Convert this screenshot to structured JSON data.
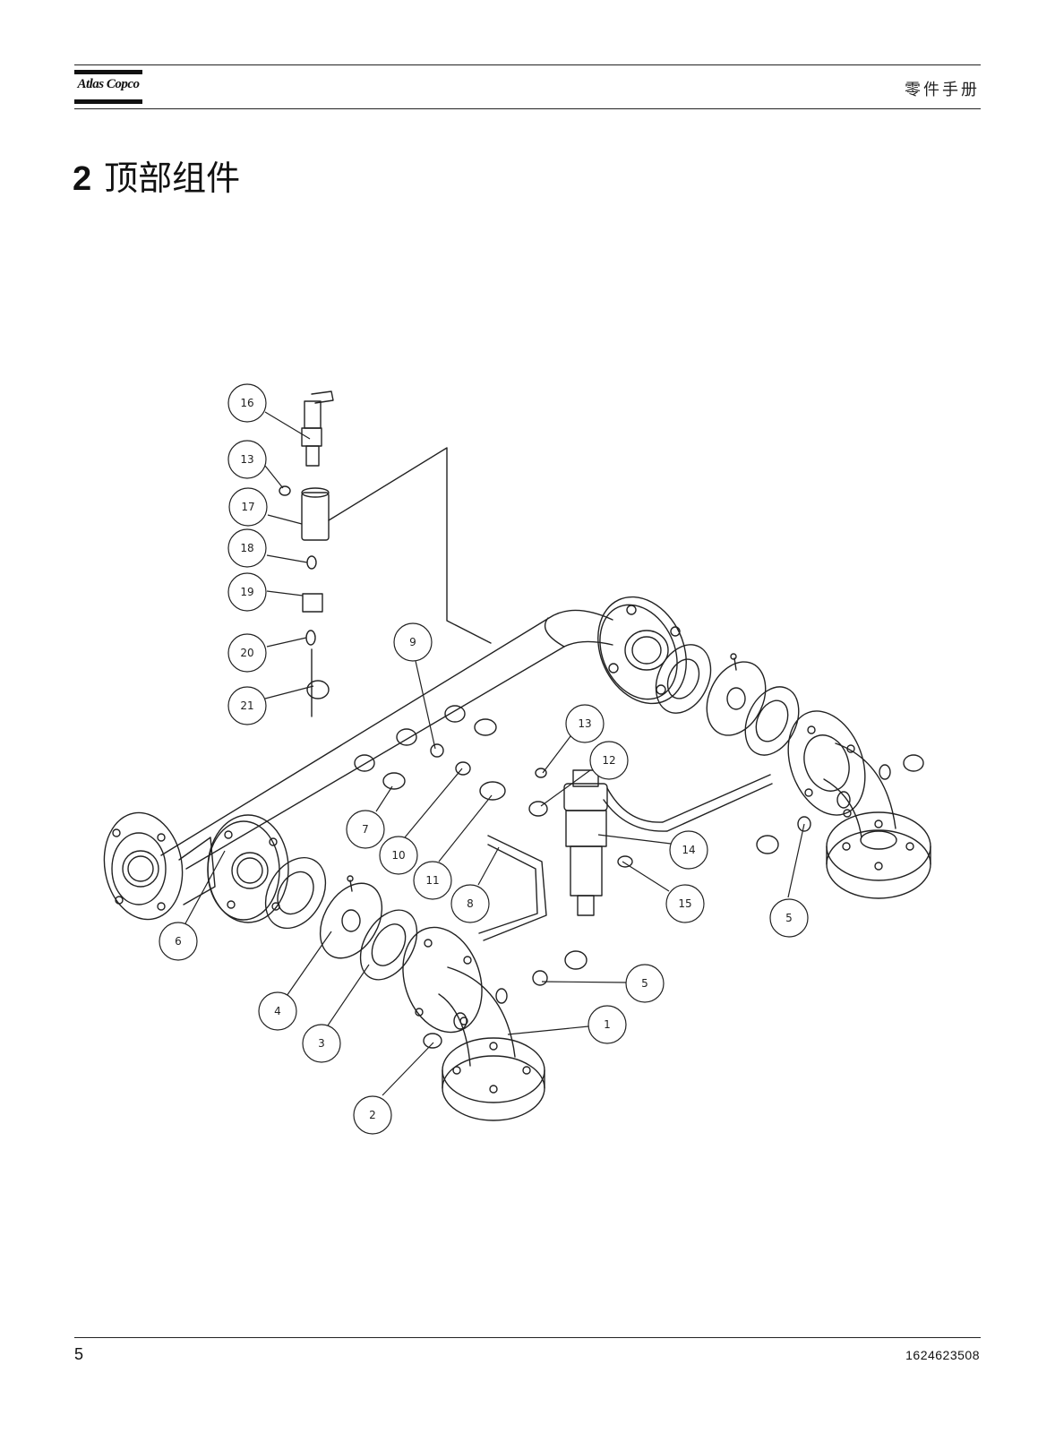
{
  "header": {
    "logo_text": "Atlas Copco",
    "manual_title": "零件手册"
  },
  "section": {
    "number": "2",
    "title": "顶部组件"
  },
  "diagram": {
    "callouts": [
      "16",
      "13",
      "17",
      "18",
      "19",
      "20",
      "21",
      "9",
      "13",
      "12",
      "7",
      "10",
      "11",
      "8",
      "14",
      "15",
      "5",
      "6",
      "4",
      "3",
      "1",
      "5",
      "2"
    ]
  },
  "footer": {
    "page_number": "5",
    "document_number": "1624623508"
  }
}
